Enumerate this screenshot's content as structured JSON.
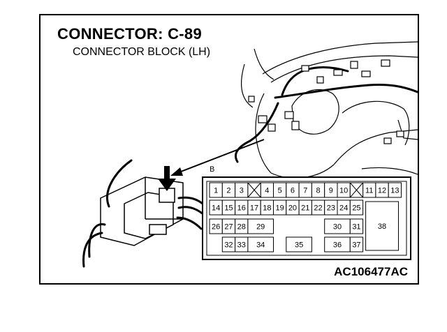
{
  "header": {
    "title": "CONNECTOR: C-89",
    "subtitle": "CONNECTOR BLOCK (LH)"
  },
  "figure_id": "AC106477AC",
  "connector": {
    "tag": "B",
    "cells": [
      {
        "label": "1"
      },
      {
        "label": "2"
      },
      {
        "label": "3"
      },
      {
        "label": "4"
      },
      {
        "label": "5"
      },
      {
        "label": "6"
      },
      {
        "label": "7"
      },
      {
        "label": "8"
      },
      {
        "label": "9"
      },
      {
        "label": "10"
      },
      {
        "label": "11"
      },
      {
        "label": "12"
      },
      {
        "label": "13"
      },
      {
        "label": "14"
      },
      {
        "label": "15"
      },
      {
        "label": "16"
      },
      {
        "label": "17"
      },
      {
        "label": "18"
      },
      {
        "label": "19"
      },
      {
        "label": "20"
      },
      {
        "label": "21"
      },
      {
        "label": "22"
      },
      {
        "label": "23"
      },
      {
        "label": "24"
      },
      {
        "label": "25"
      },
      {
        "label": "26"
      },
      {
        "label": "27"
      },
      {
        "label": "28"
      },
      {
        "label": "29"
      },
      {
        "label": "30"
      },
      {
        "label": "31"
      },
      {
        "label": "32"
      },
      {
        "label": "33"
      },
      {
        "label": "34"
      },
      {
        "label": "35"
      },
      {
        "label": "36"
      },
      {
        "label": "37"
      },
      {
        "label": "38"
      }
    ]
  }
}
